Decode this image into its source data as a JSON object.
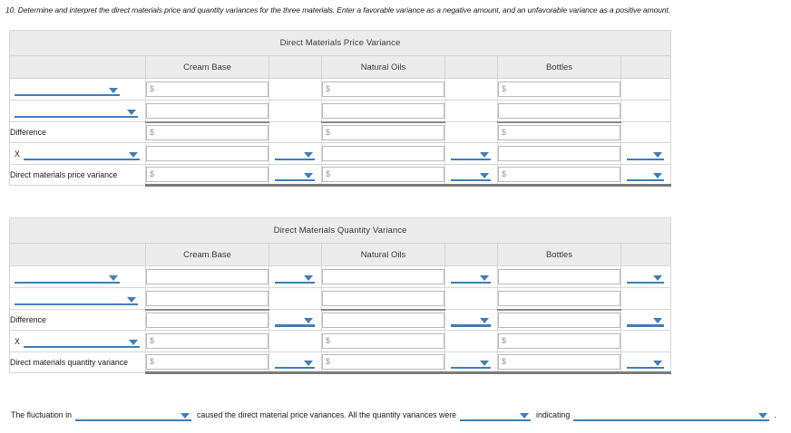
{
  "prompt": "10. Determine and interpret the direct materials price and quantity variances for the three materials. Enter a favorable variance as a negative amount, and an unfavorable variance as a positive amount.",
  "colors": {
    "accent": "#3d7ebb",
    "header_bg": "#ececec",
    "field_border": "#b9b9b9",
    "table_border": "#d6d6d6"
  },
  "money_symbol": "$",
  "tables": [
    {
      "id": "price",
      "title": "Direct Materials Price Variance",
      "columns": [
        "",
        "Cream Base",
        "",
        "Natural Oils",
        "",
        "Bottles",
        ""
      ],
      "rows": [
        {
          "label": "",
          "label_type": "dropdown",
          "label_width": "narrow",
          "fields": [
            "money",
            "money",
            "money"
          ],
          "drops": [
            false,
            false,
            false
          ]
        },
        {
          "label": "",
          "label_type": "dropdown",
          "label_width": "wide",
          "fields": [
            "plain",
            "plain",
            "plain"
          ],
          "drops": [
            false,
            false,
            false
          ],
          "subtotal": true
        },
        {
          "label": "Difference",
          "label_type": "text",
          "fields": [
            "money",
            "money",
            "money"
          ],
          "drops": [
            false,
            false,
            false
          ]
        },
        {
          "label": "X",
          "label_type": "dropdown-lead",
          "label_width": "wide",
          "fields": [
            "plain",
            "plain",
            "plain"
          ],
          "drops": [
            true,
            true,
            true
          ]
        },
        {
          "label": "Direct materials price variance",
          "label_type": "text",
          "fields": [
            "money",
            "money",
            "money"
          ],
          "drops": [
            true,
            true,
            true
          ],
          "end": true
        }
      ]
    },
    {
      "id": "qty",
      "title": "Direct Materials Quantity Variance",
      "columns": [
        "",
        "Cream Base",
        "",
        "Natural Oils",
        "",
        "Bottles",
        ""
      ],
      "rows": [
        {
          "label": "",
          "label_type": "dropdown",
          "label_width": "narrow",
          "fields": [
            "plain",
            "plain",
            "plain"
          ],
          "drops": [
            true,
            true,
            true
          ]
        },
        {
          "label": "",
          "label_type": "dropdown",
          "label_width": "wide",
          "fields": [
            "plain",
            "plain",
            "plain"
          ],
          "drops": [
            false,
            false,
            false
          ],
          "subtotal": true
        },
        {
          "label": "Difference",
          "label_type": "text",
          "fields": [
            "plain",
            "plain",
            "plain"
          ],
          "drops": [
            true,
            true,
            true
          ]
        },
        {
          "label": "X",
          "label_type": "dropdown-lead",
          "label_width": "wide",
          "fields": [
            "money",
            "money",
            "money"
          ],
          "drops": [
            false,
            false,
            false
          ]
        },
        {
          "label": "Direct materials quantity variance",
          "label_type": "text",
          "fields": [
            "money",
            "money",
            "money"
          ],
          "drops": [
            true,
            true,
            true
          ],
          "end": true
        }
      ]
    }
  ],
  "sentence": {
    "part1": "The fluctuation in",
    "part2": "caused the direct material price variances. All the quantity variances were",
    "part3": "indicating",
    "period": "."
  }
}
